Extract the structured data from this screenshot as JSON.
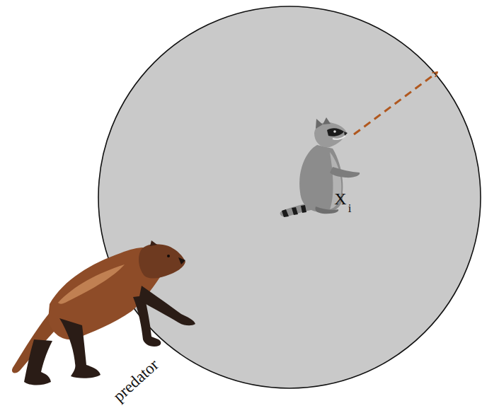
{
  "diagram": {
    "labels": [
      "X",
      "i",
      "predator"
    ]
  }
}
